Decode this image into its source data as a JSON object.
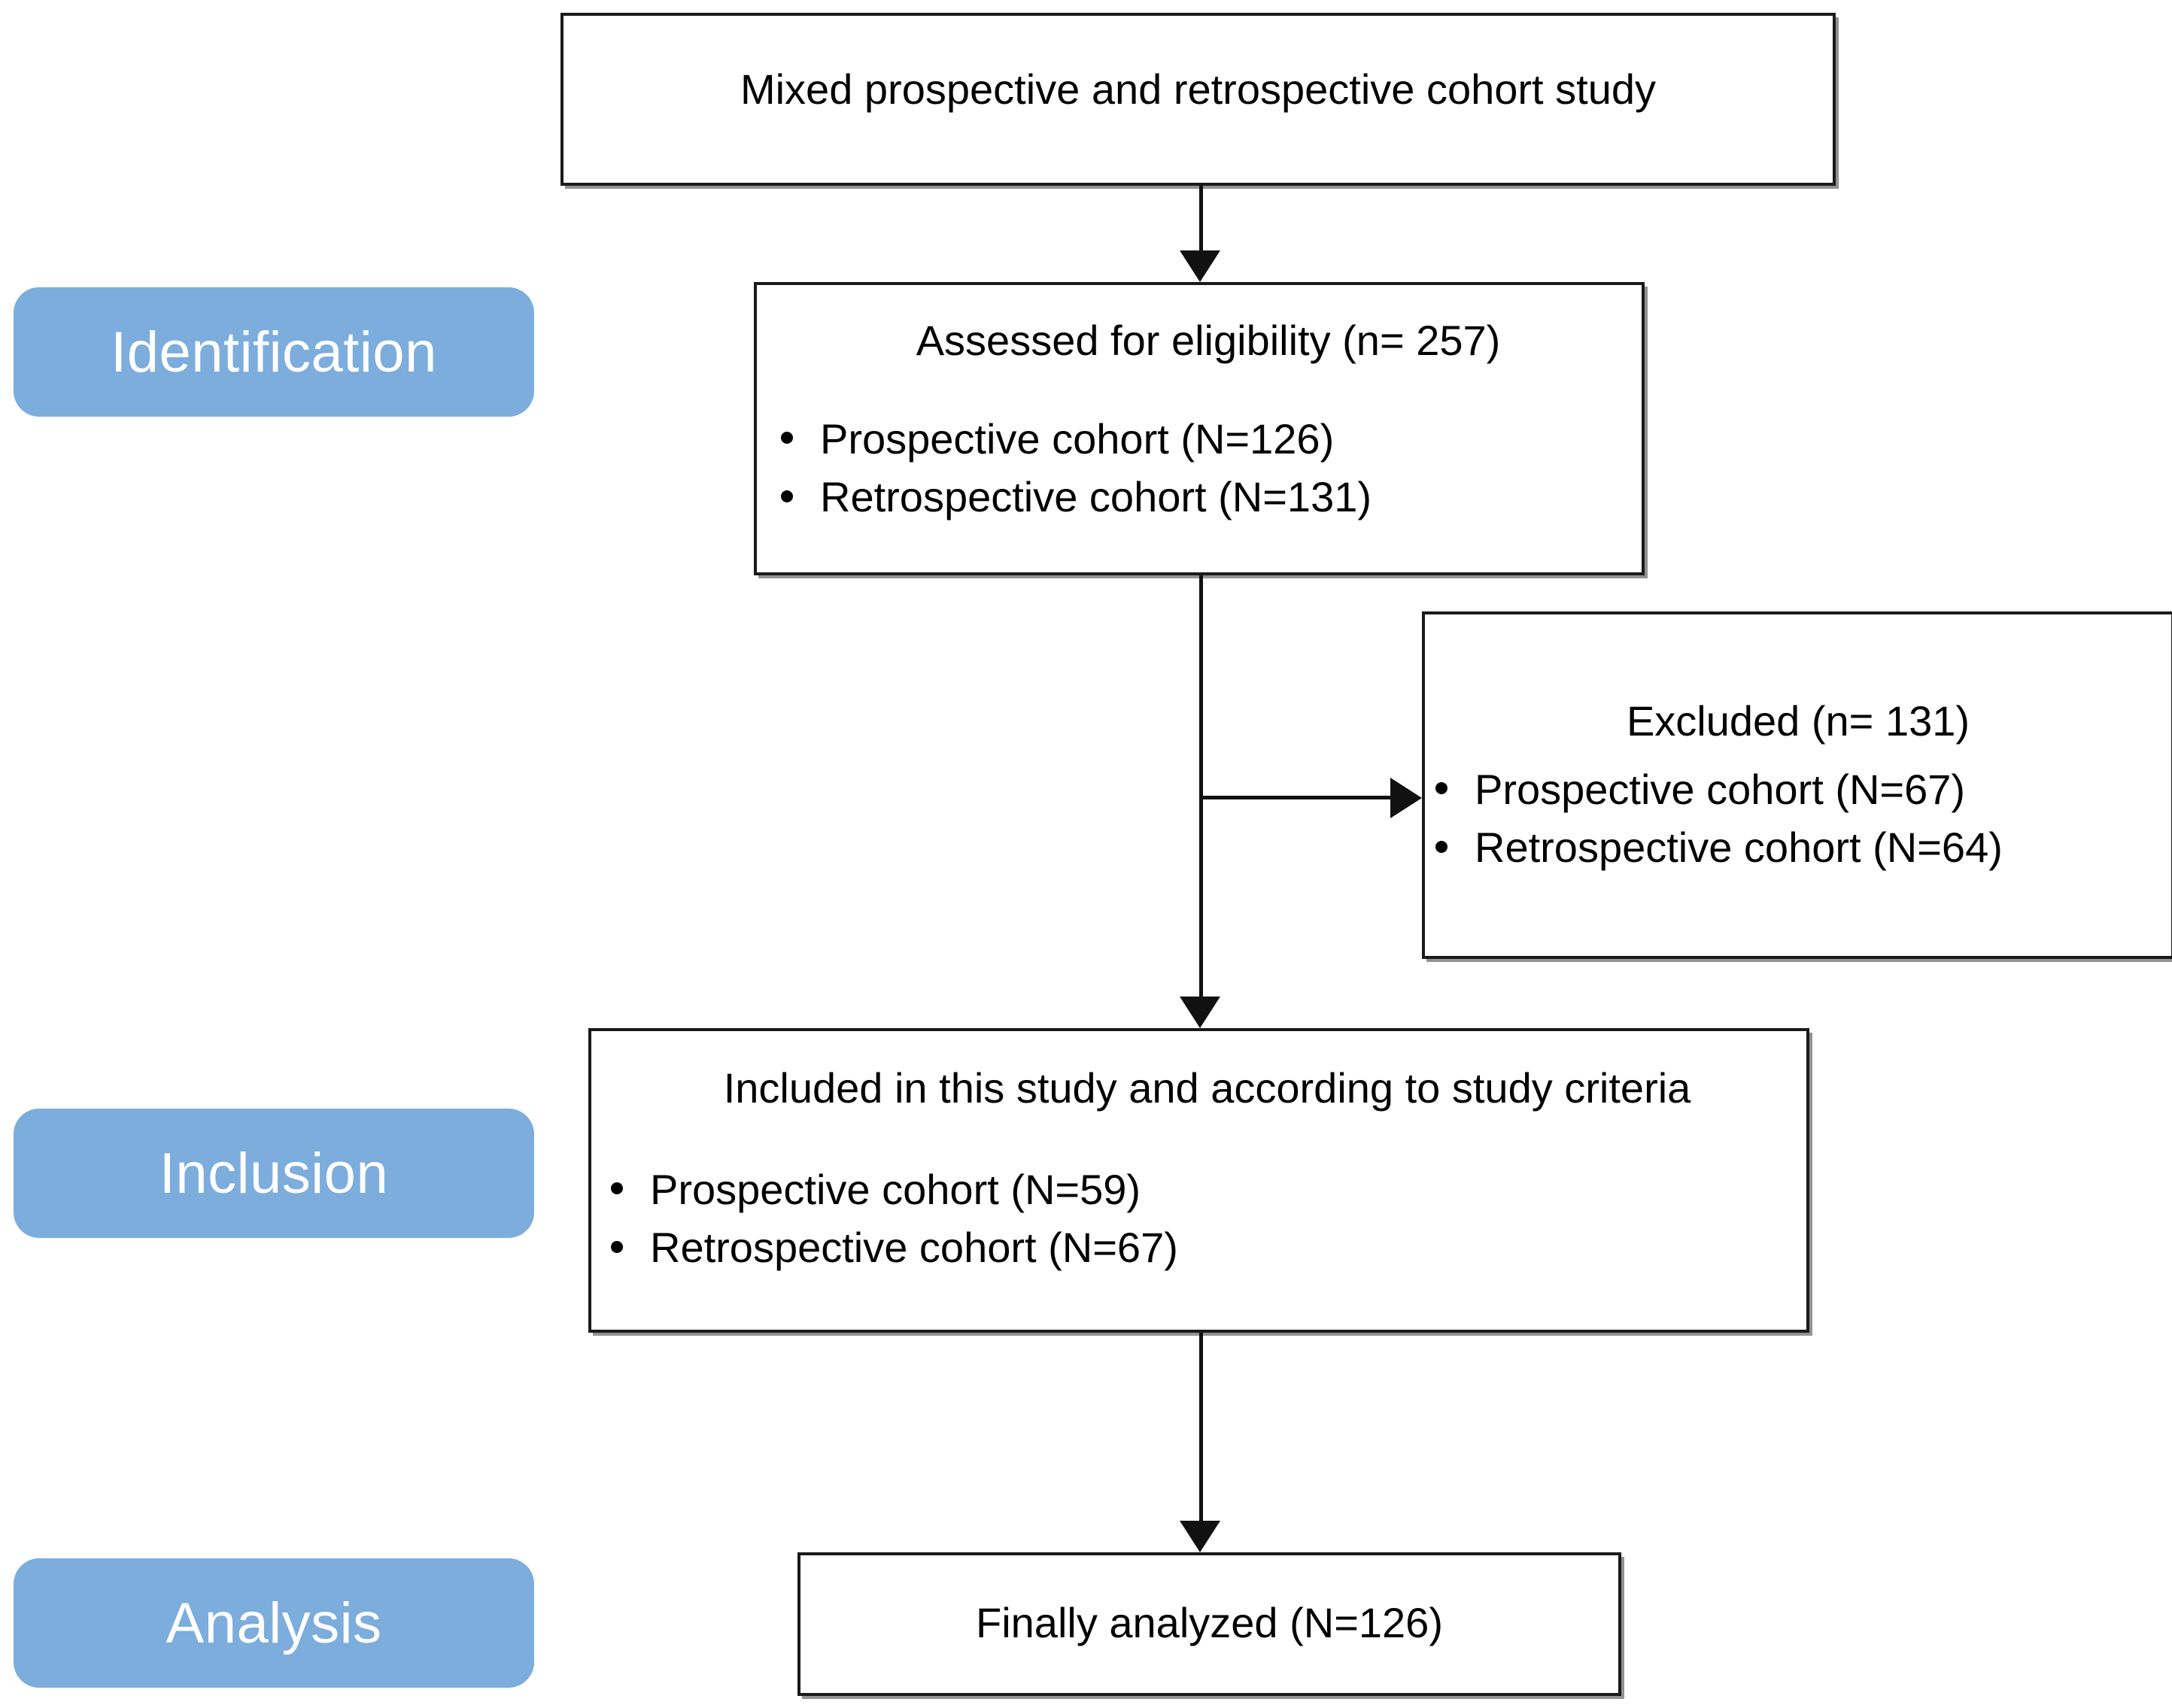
{
  "diagram": {
    "title": "Study flow diagram",
    "accent_color": "#7CADDC",
    "box_border_color": "#1a1a1a",
    "text_color": "#000000",
    "stage_label_color": "#FFFFFF"
  },
  "stages": [
    {
      "id": "identification",
      "label": "Identification"
    },
    {
      "id": "inclusion",
      "label": "Inclusion"
    },
    {
      "id": "analysis",
      "label": "Analysis"
    }
  ],
  "boxes": {
    "study": {
      "title": "Mixed prospective and retrospective cohort study"
    },
    "eligible": {
      "title": "Assessed for eligibility (n= 257)",
      "bullets": [
        "Prospective cohort (N=126)",
        "Retrospective cohort (N=131)"
      ]
    },
    "excluded": {
      "title": "Excluded (n= 131)",
      "bullets": [
        "Prospective cohort (N=67)",
        "Retrospective cohort (N=64)"
      ]
    },
    "included": {
      "title": "Included in this study and according to study criteria",
      "bullets": [
        "Prospective cohort (N=59)",
        "Retrospective cohort (N=67)"
      ]
    },
    "analyzed": {
      "title": "Finally analyzed (N=126)"
    }
  },
  "connectors": [
    {
      "id": "study-to-eligible",
      "from": "study",
      "to": "eligible",
      "direction": "down"
    },
    {
      "id": "eligible-to-included",
      "from": "eligible",
      "to": "included",
      "direction": "down"
    },
    {
      "id": "eligible-to-excluded",
      "from": "eligible",
      "to": "excluded",
      "direction": "right"
    },
    {
      "id": "included-to-analyzed",
      "from": "included",
      "to": "analyzed",
      "direction": "down"
    }
  ]
}
